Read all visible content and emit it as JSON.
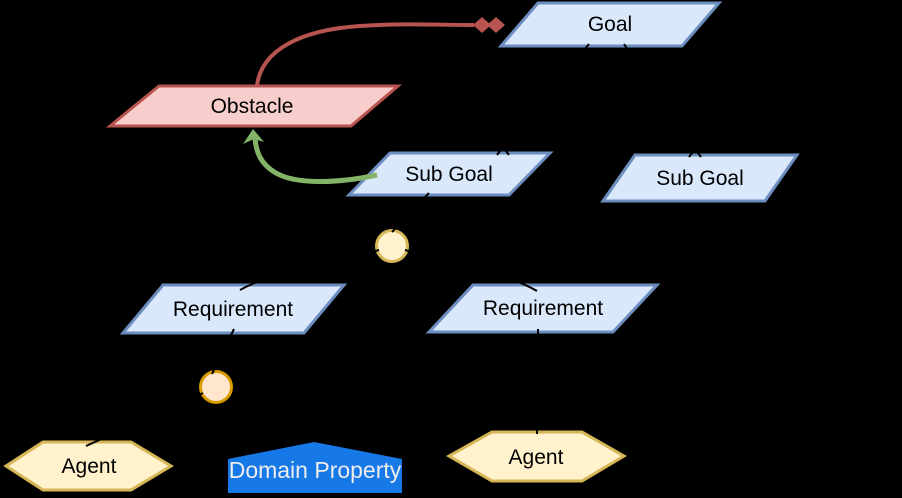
{
  "diagram": {
    "background": "#000000",
    "text_color": "#000000",
    "connector_color": "#000000",
    "nodes": {
      "goal": {
        "label": "Goal",
        "fill": "#dae8fc",
        "stroke": "#6c8ebf"
      },
      "subgoal_left": {
        "label": "Sub Goal",
        "fill": "#dae8fc",
        "stroke": "#6c8ebf"
      },
      "subgoal_right": {
        "label": "Sub Goal",
        "fill": "#dae8fc",
        "stroke": "#6c8ebf"
      },
      "obstacle": {
        "label": "Obstacle",
        "fill": "#f8cecc",
        "stroke": "#b85450"
      },
      "requirement_left": {
        "label": "Requirement",
        "fill": "#dae8fc",
        "stroke": "#6c8ebf"
      },
      "requirement_right": {
        "label": "Requirement",
        "fill": "#dae8fc",
        "stroke": "#6c8ebf"
      },
      "agent_left": {
        "label": "Agent",
        "fill": "#fff2cc",
        "stroke": "#d6b656"
      },
      "agent_right": {
        "label": "Agent",
        "fill": "#fff2cc",
        "stroke": "#d6b656"
      },
      "domain_property": {
        "label": "Domain Property",
        "fill": "#1778e8",
        "text_color": "#ededed"
      },
      "refinement_node_upper": {
        "fill": "#fff2cc",
        "stroke": "#d6b656"
      },
      "refinement_node_lower": {
        "fill": "#ffe6cc",
        "stroke": "#d79b00"
      }
    },
    "edges": {
      "obstruction": {
        "color": "#b85450"
      },
      "resolution": {
        "color": "#82b366"
      }
    }
  }
}
